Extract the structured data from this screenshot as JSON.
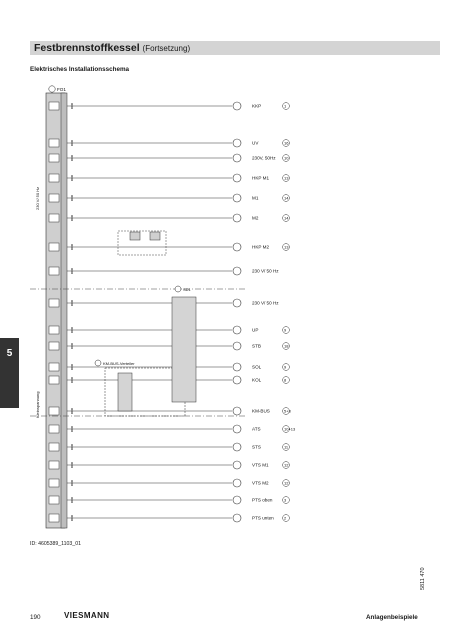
{
  "header": {
    "title": "Festbrennstoffkessel",
    "subtitle": "(Fortsetzung)",
    "section": "Elektrisches Installationsschema"
  },
  "side_tab": "5",
  "diagram": {
    "main_box": "FO1",
    "vertical_labels": [
      "230 V/ 50 Hz",
      "Kleinspannung"
    ],
    "sub_boxes": [
      "KM-BUS-Verteiler",
      "SD1"
    ],
    "rows": [
      {
        "tag": "KKP",
        "ref": "1"
      },
      {
        "tag": "UV",
        "ref": "16"
      },
      {
        "tag": "230V, 50Hz",
        "ref": "10"
      },
      {
        "tag": "HKP M1",
        "ref": "13"
      },
      {
        "tag": "M1",
        "ref": "14"
      },
      {
        "tag": "M2",
        "ref": "14"
      },
      {
        "tag": "HKP M2",
        "ref": "13"
      },
      {
        "tag": "230 V/ 50 Hz",
        "ref": ""
      },
      {
        "tag": "230 V/ 50 Hz",
        "ref": ""
      },
      {
        "tag": "UP",
        "ref": "9"
      },
      {
        "tag": "STB",
        "ref": "18"
      },
      {
        "tag": "SOL",
        "ref": "9"
      },
      {
        "tag": "KOL",
        "ref": "8"
      },
      {
        "tag": "KM-BUS",
        "ref": "5+3"
      },
      {
        "tag": "ATS",
        "ref": "10+13"
      },
      {
        "tag": "STS",
        "ref": "11"
      },
      {
        "tag": "VTS M1",
        "ref": "12"
      },
      {
        "tag": "VTS M2",
        "ref": "12"
      },
      {
        "tag": "PTS oben",
        "ref": "3"
      },
      {
        "tag": "PTS unten",
        "ref": "2"
      }
    ]
  },
  "footer": {
    "doc_id": "ID: 4605389_1103_01",
    "page": "190",
    "brand": "VIESMANN",
    "section_name": "Anlagenbeispiele",
    "code": "5811 470"
  }
}
